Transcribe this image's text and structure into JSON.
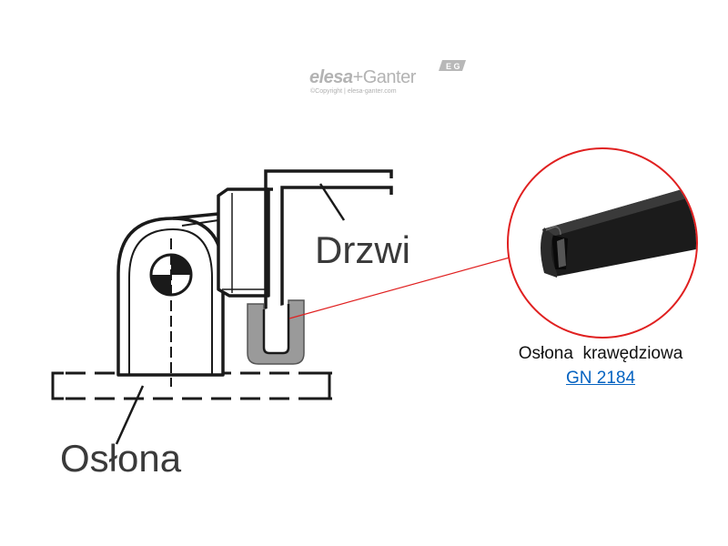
{
  "logo": {
    "brand_first": "elesa",
    "brand_second": "+Ganter",
    "copyright": "©Copyright | elesa-ganter.com"
  },
  "labels": {
    "door": "Drzwi",
    "cover": "Osłona"
  },
  "callout": {
    "title": "Osłona  krawędziowa",
    "link": "GN 2184"
  },
  "colors": {
    "line": "#1a1a1a",
    "seal_fill": "#9a9a9a",
    "callout_red": "#e02020",
    "link": "#0563c1"
  }
}
